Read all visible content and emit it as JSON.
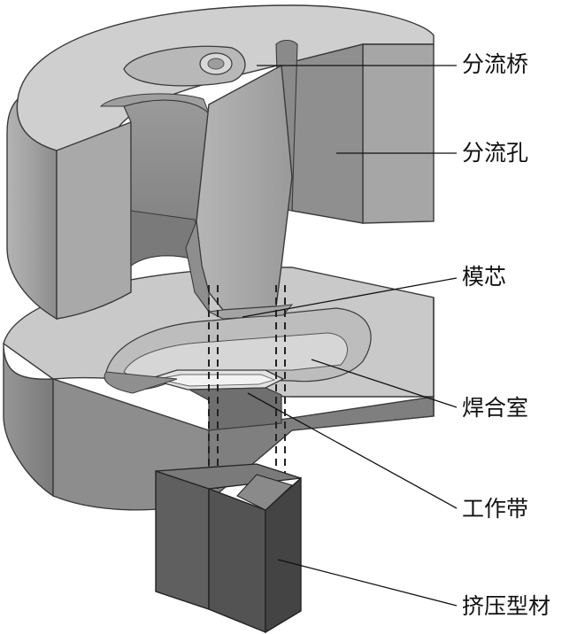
{
  "labels": {
    "bridge": "分流桥",
    "port": "分流孔",
    "mandrel": "模芯",
    "weld_chamber": "焊合室",
    "bearing": "工作带",
    "profile": "挤压型材"
  }
}
